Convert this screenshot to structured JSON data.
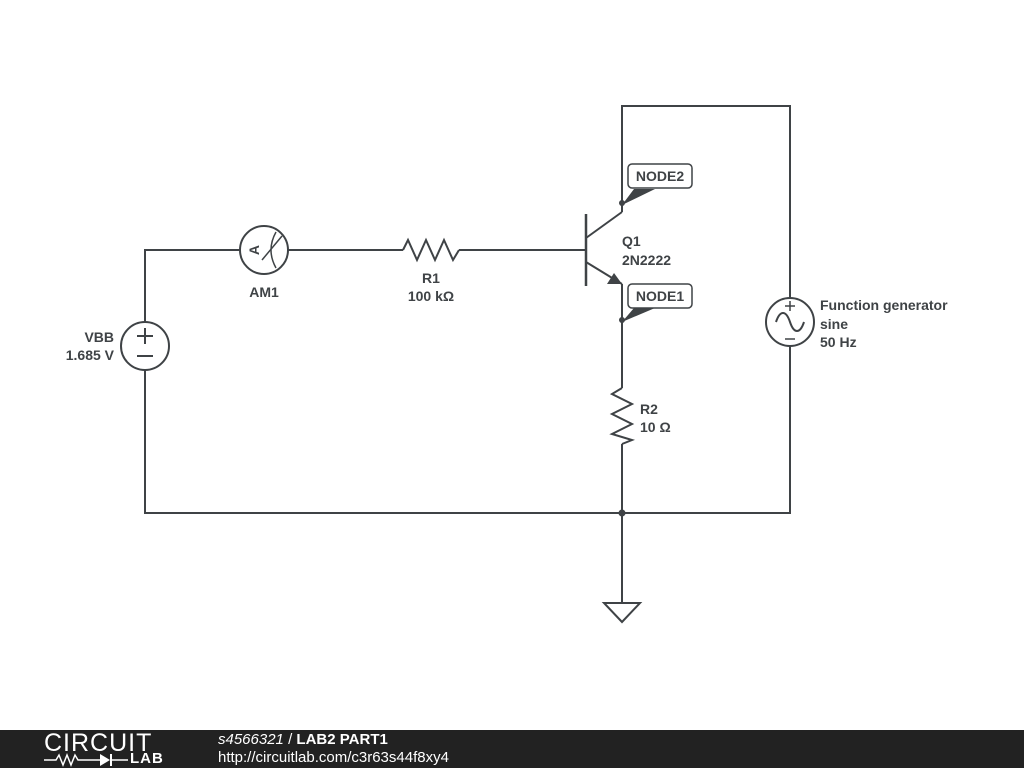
{
  "components": {
    "vbb": {
      "name": "VBB",
      "value": "1.685 V"
    },
    "am1": {
      "name": "AM1",
      "symbol": "A"
    },
    "r1": {
      "name": "R1",
      "value": "100 kΩ"
    },
    "q1": {
      "name": "Q1",
      "model": "2N2222"
    },
    "r2": {
      "name": "R2",
      "value": "10 Ω"
    },
    "fg": {
      "name": "Function generator",
      "wave": "sine",
      "freq": "50 Hz"
    }
  },
  "nodes": {
    "node2": "NODE2",
    "node1": "NODE1"
  },
  "footer": {
    "logo_top": "CIRCUIT",
    "logo_bottom": "LAB",
    "user": "s4566321",
    "separator": " / ",
    "title": "LAB2 PART1",
    "url": "http://circuitlab.com/c3r63s44f8xy4"
  },
  "colors": {
    "wire": "#3f4346",
    "footer_bg": "#222222",
    "footer_text": "#ffffff"
  }
}
